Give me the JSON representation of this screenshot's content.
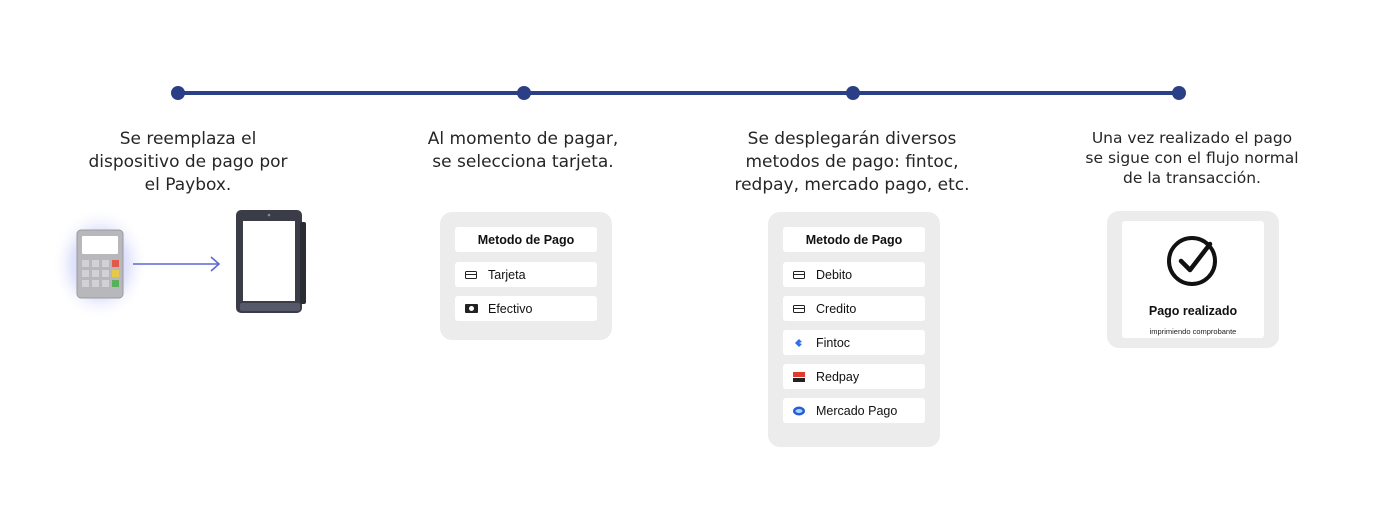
{
  "steps": [
    {
      "lines": [
        "Se reemplaza el",
        "dispositivo de pago por",
        "el Paybox."
      ]
    },
    {
      "lines": [
        "Al momento de pagar,",
        "se selecciona tarjeta."
      ]
    },
    {
      "lines": [
        "Se desplegarán diversos",
        "metodos de pago: fintoc,",
        "redpay, mercado pago, etc."
      ]
    },
    {
      "lines": [
        "Una vez realizado el pago",
        "se sigue con el flujo normal",
        "de la transacción."
      ]
    }
  ],
  "panel_small": {
    "title": "Metodo de Pago",
    "items": [
      {
        "label": "Tarjeta",
        "icon": "credit-card-icon"
      },
      {
        "label": "Efectivo",
        "icon": "cash-icon"
      }
    ]
  },
  "panel_large": {
    "title": "Metodo de Pago",
    "items": [
      {
        "label": "Debito",
        "icon": "credit-card-icon"
      },
      {
        "label": "Credito",
        "icon": "credit-card-icon"
      },
      {
        "label": "Fintoc",
        "icon": "fintoc-logo-icon"
      },
      {
        "label": "Redpay",
        "icon": "redpay-logo-icon"
      },
      {
        "label": "Mercado Pago",
        "icon": "mercado-pago-logo-icon"
      }
    ]
  },
  "success": {
    "title": "Pago realizado",
    "subtitle": "imprimiendo comprobante"
  },
  "colors": {
    "timeline": "#2b3f86",
    "panel_bg": "#ececec",
    "arrow": "#5b6ad0"
  }
}
